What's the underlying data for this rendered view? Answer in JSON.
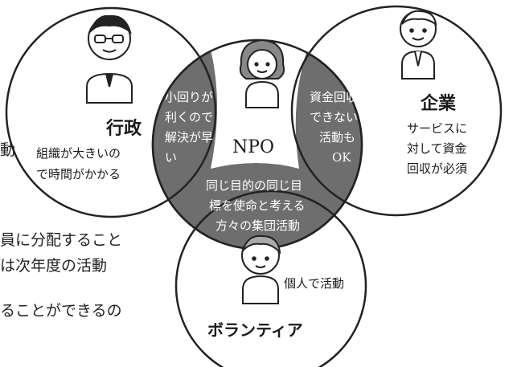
{
  "heading_fragment": "",
  "side_text": [
    "動",
    "員に分配すること",
    "は次年度の活動",
    "ることができるの"
  ],
  "circles": {
    "gyosei": {
      "title": "行政",
      "desc": [
        "組織が大きいの",
        "で時間がかかる"
      ]
    },
    "kigyo": {
      "title": "企業",
      "desc": [
        "サービスに",
        "対して資金",
        "回収が必須"
      ]
    },
    "volunteer": {
      "title": "ボランティア",
      "note": "個人で活動"
    }
  },
  "npo": {
    "title": "NPO",
    "left_overlap": [
      "小回りが",
      "利くので",
      "解決が早",
      "い"
    ],
    "right_overlap": [
      "資金回収",
      "できない",
      "活動も",
      "OK"
    ],
    "bottom_overlap": [
      "同じ目的の同じ目",
      "標を使命と考える",
      "方々の集団活動"
    ]
  },
  "colors": {
    "overlap_fill": "#6e6e6e",
    "overlap_text": "#ffffff",
    "outline": "#222222"
  }
}
